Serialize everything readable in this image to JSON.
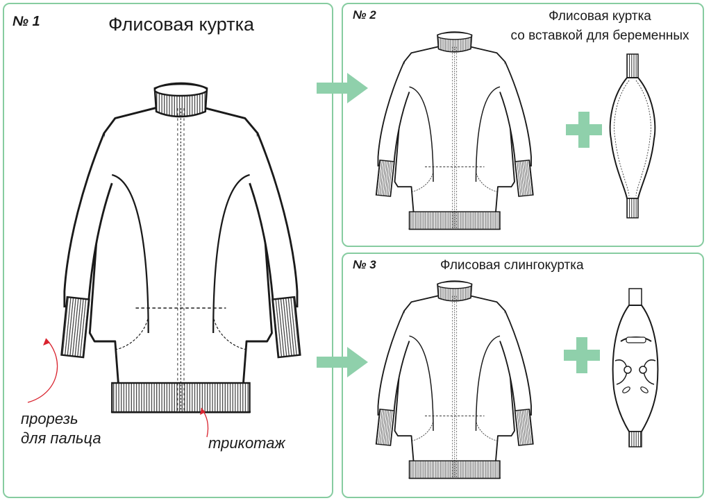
{
  "panels": [
    {
      "id": "p1",
      "number": "№ 1",
      "title": "Флисовая куртка"
    },
    {
      "id": "p2",
      "number": "№ 2",
      "title_line1": "Флисовая куртка",
      "title_line2": "со вставкой для беременных"
    },
    {
      "id": "p3",
      "number": "№ 3",
      "title": "Флисовая слингокуртка"
    }
  ],
  "annotations": {
    "thumb_hole_line1": "прорезь",
    "thumb_hole_line2": "для пальца",
    "knit": "трикотаж"
  },
  "colors": {
    "frame": "#86cca0",
    "arrow": "#8fd0ab",
    "plus": "#8fd0ab",
    "callout": "#d9232e",
    "ink": "#1a1a1a"
  },
  "icons": [
    "arrow-right-icon",
    "plus-icon",
    "jacket-drawing",
    "insert-panel-drawing",
    "sling-insert-drawing"
  ]
}
